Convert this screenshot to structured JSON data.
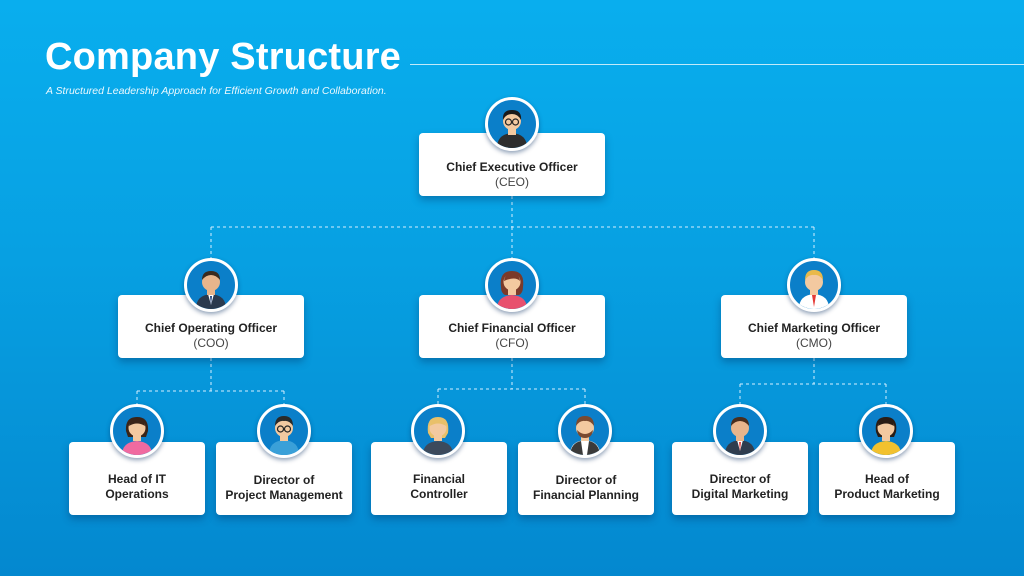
{
  "slide": {
    "title": "Company Structure",
    "subtitle": "A Structured Leadership Approach for Efficient Growth and Collaboration."
  },
  "ceo": {
    "name": "Chief Executive Officer",
    "abbr": "(CEO)",
    "icon": "man-glasses-avatar-icon"
  },
  "coo": {
    "name": "Chief Operating Officer",
    "abbr": "(COO)",
    "icon": "businessman-avatar-icon"
  },
  "cfo": {
    "name": "Chief Financial Officer",
    "abbr": "(CFO)",
    "icon": "woman-avatar-icon"
  },
  "cmo": {
    "name": "Chief Marketing Officer",
    "abbr": "(CMO)",
    "icon": "blonde-man-avatar-icon"
  },
  "it_head": {
    "line1": "Head of IT",
    "line2": "Operations",
    "icon": "woman-pink-avatar-icon"
  },
  "pm_director": {
    "line1": "Director of",
    "line2": "Project Management",
    "icon": "man-glasses-avatar-icon"
  },
  "fin_controller": {
    "line1": "Financial",
    "line2": "Controller",
    "icon": "blonde-woman-avatar-icon"
  },
  "fp_director": {
    "line1": "Director of",
    "line2": "Financial Planning",
    "icon": "man-beard-avatar-icon"
  },
  "dm_director": {
    "line1": "Director of",
    "line2": "Digital Marketing",
    "icon": "man-tie-avatar-icon"
  },
  "pm_head": {
    "line1": "Head of",
    "line2": "Product Marketing",
    "icon": "woman-yellow-avatar-icon"
  },
  "colors": {
    "background": "#07a0e2",
    "card": "#ffffff",
    "avatar_ring": "#0b7fc9",
    "connector": "#d6efff"
  }
}
